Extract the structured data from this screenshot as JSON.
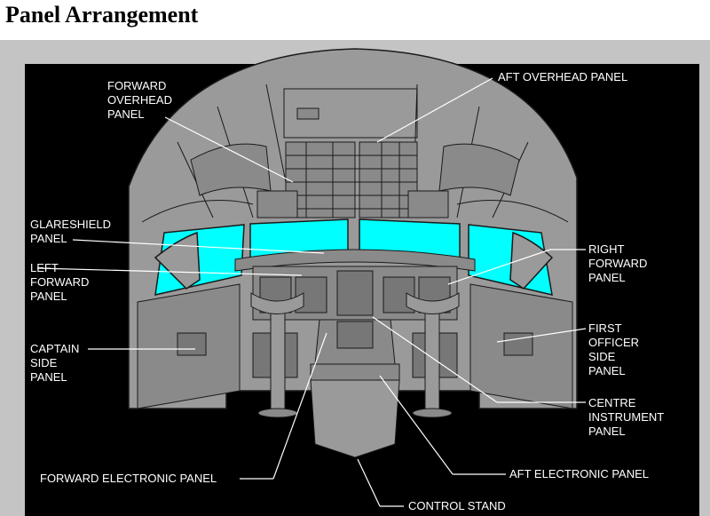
{
  "title": "Panel Arrangement",
  "labels": {
    "forward_overhead": [
      "FORWARD",
      "OVERHEAD",
      "PANEL"
    ],
    "aft_overhead": "AFT OVERHEAD PANEL",
    "glareshield": [
      "GLARESHIELD",
      "PANEL"
    ],
    "left_forward": [
      "LEFT",
      "FORWARD",
      "PANEL"
    ],
    "captain_side": [
      "CAPTAIN",
      "SIDE",
      "PANEL"
    ],
    "right_forward": [
      "RIGHT",
      "FORWARD",
      "PANEL"
    ],
    "first_officer_side": [
      "FIRST",
      "OFFICER",
      "SIDE",
      "PANEL"
    ],
    "centre_instrument": [
      "CENTRE",
      "INSTRUMENT",
      "PANEL"
    ],
    "forward_electronic": "FORWARD ELECTRONIC PANEL",
    "aft_electronic": "AFT ELECTRONIC PANEL",
    "control_stand": "CONTROL STAND"
  },
  "colors": {
    "background": "#000000",
    "frame": "#c4c4c4",
    "panel_gray": "#9a9a9a",
    "windshield": "#00ffff",
    "leader_line": "#ffffff"
  }
}
